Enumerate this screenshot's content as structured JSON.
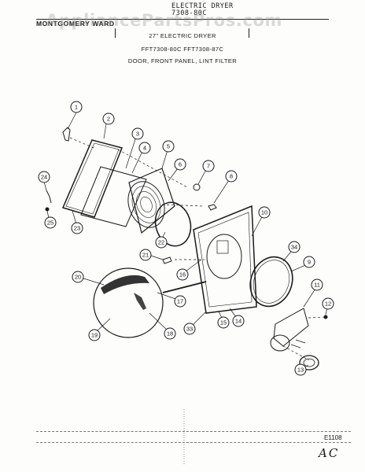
{
  "header": {
    "title_line1": "ELECTRIC DRYER",
    "title_line2": "7308-80C",
    "brand": "MONTGOMERY WARD",
    "watermark": "AppliancePartsPros.com",
    "subtitle": "27\" ELECTRIC DRYER",
    "models": "FFT7308-80C    FFT7308-87C",
    "section": "DOOR, FRONT PANEL, LINT FILTER"
  },
  "callouts": [
    "1",
    "2",
    "3",
    "4",
    "5",
    "6",
    "7",
    "8",
    "9",
    "10",
    "11",
    "12",
    "13",
    "14",
    "15",
    "16",
    "17",
    "18",
    "19",
    "20",
    "21",
    "22",
    "23",
    "24",
    "25",
    "33",
    "34"
  ],
  "footer": {
    "diagram_code": "E1108",
    "handwritten": "AC"
  }
}
